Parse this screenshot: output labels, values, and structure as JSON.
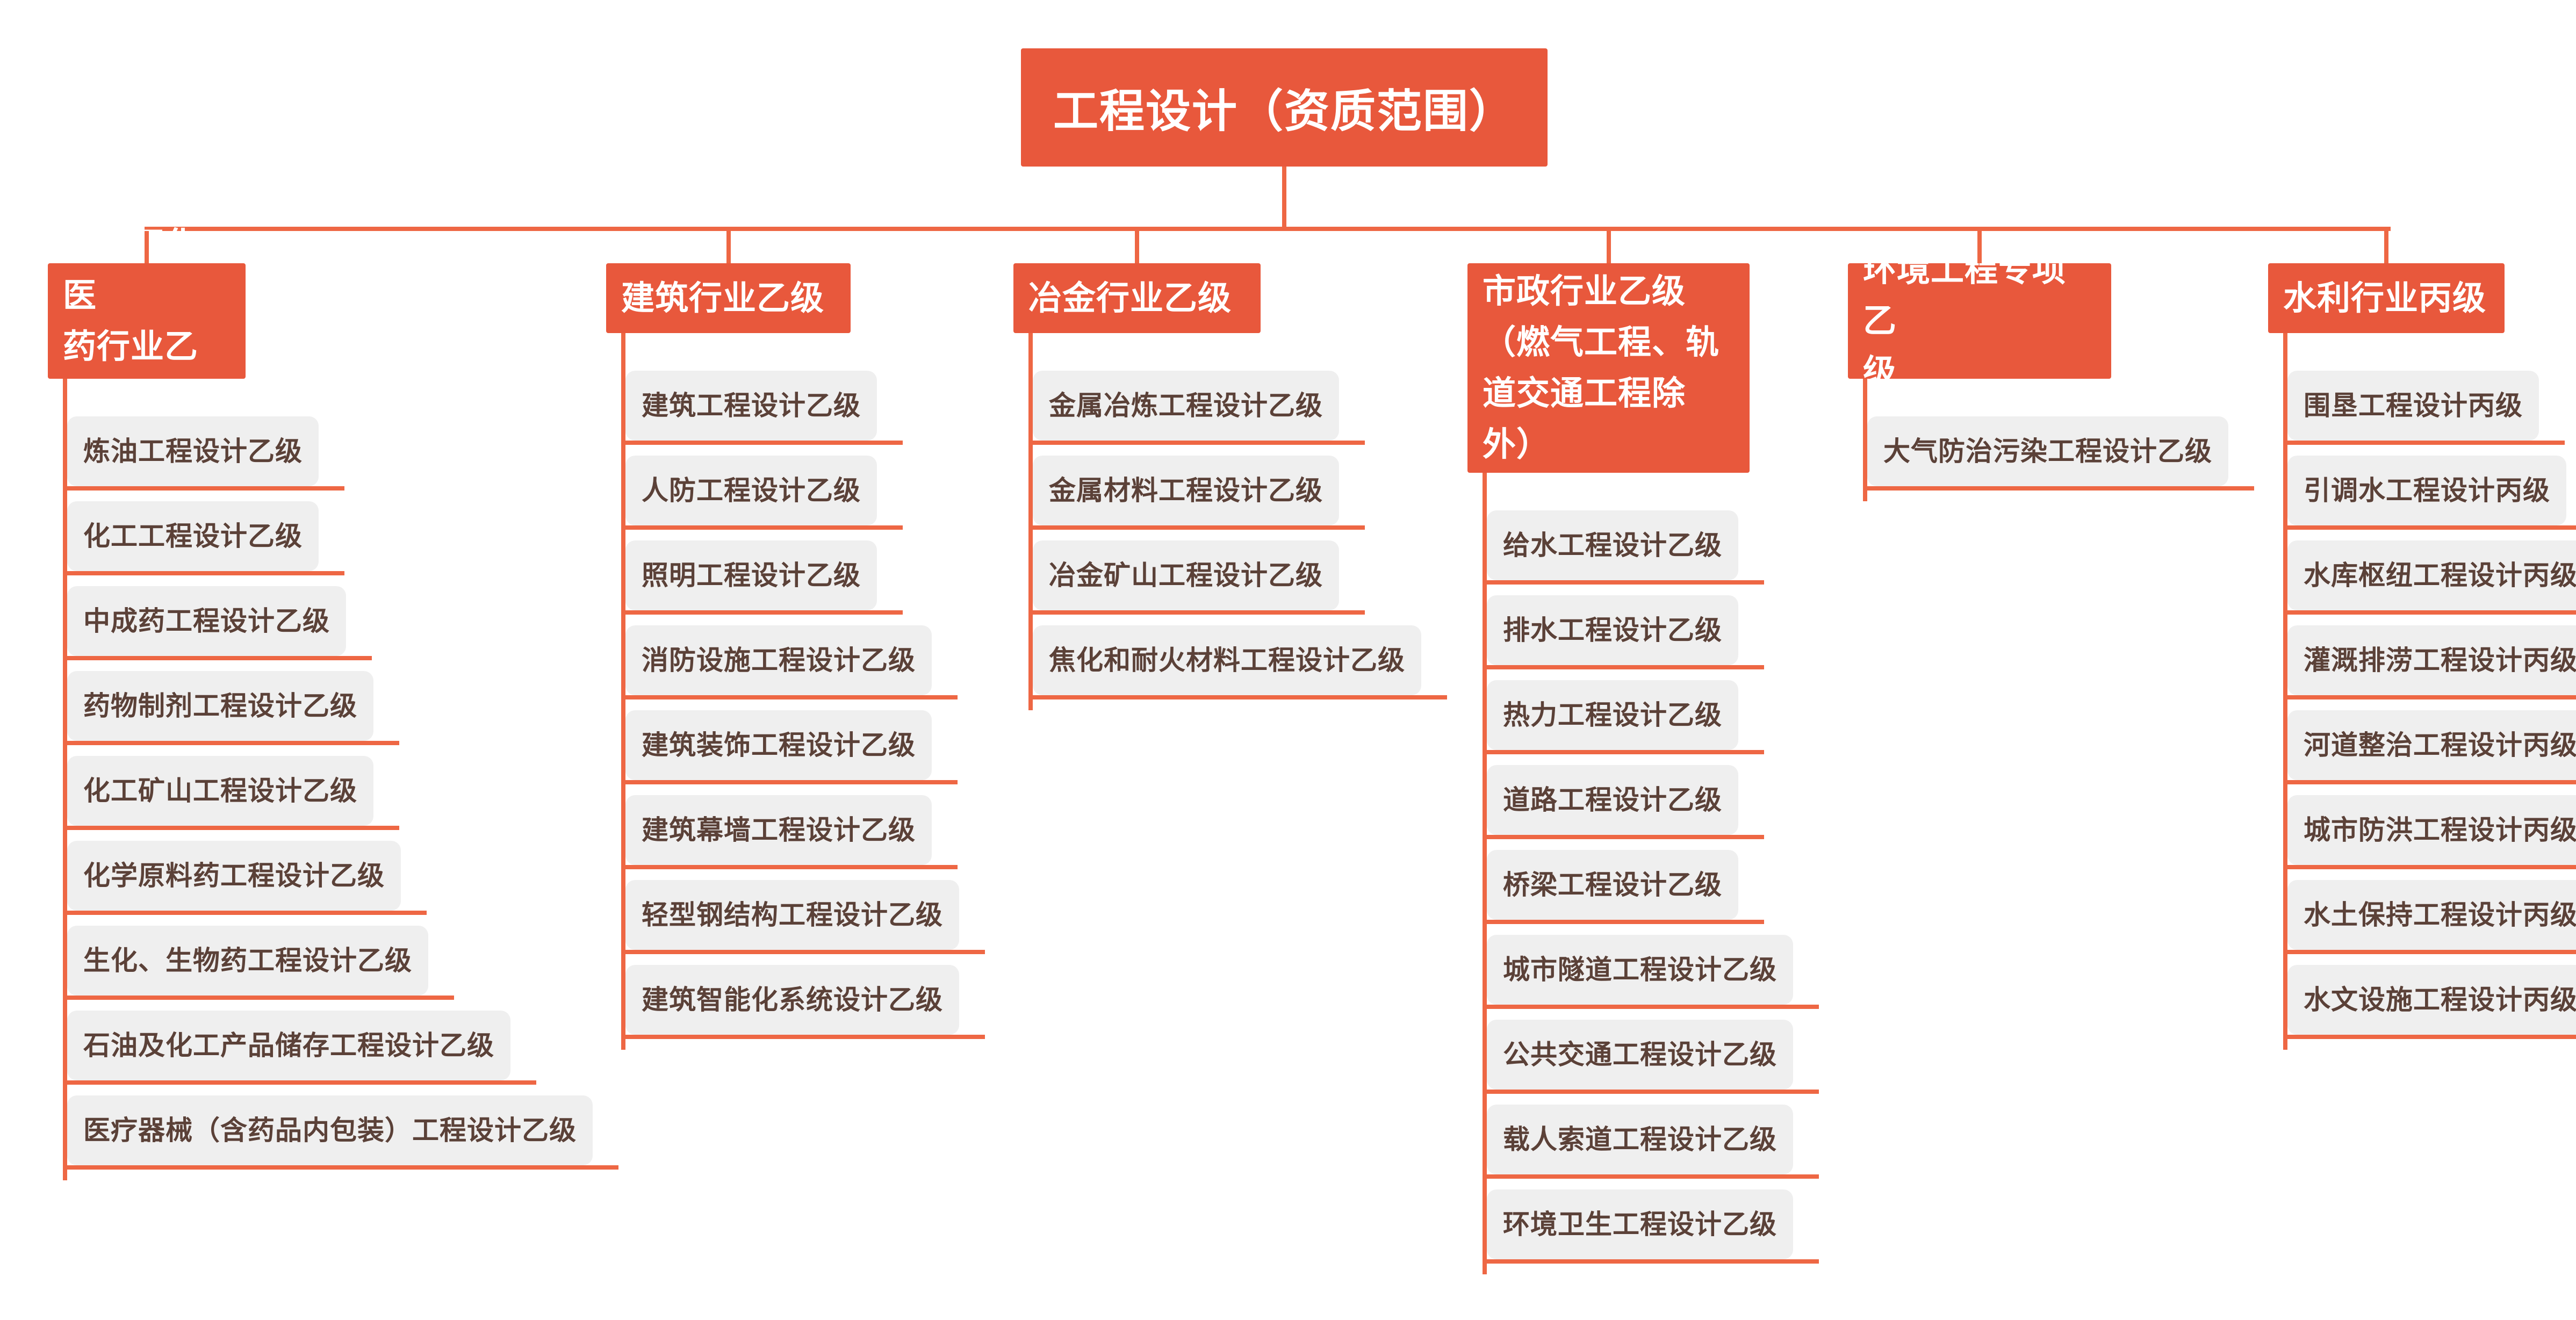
{
  "title": "工程设计（资质范围）",
  "colors": {
    "accent": "#E8583C",
    "line": "#EE6744",
    "item_bg": "#EFEFEF",
    "item_text": "#5B4138"
  },
  "branches": [
    {
      "name": "化工石化医\n药行业乙级",
      "items": [
        "炼油工程设计乙级",
        "化工工程设计乙级",
        "中成药工程设计乙级",
        "药物制剂工程设计乙级",
        "化工矿山工程设计乙级",
        "化学原料药工程设计乙级",
        "生化、生物药工程设计乙级",
        "石油及化工产品储存工程设计乙级",
        "医疗器械（含药品内包装）工程设计乙级"
      ]
    },
    {
      "name": "建筑行业乙级",
      "items": [
        "建筑工程设计乙级",
        "人防工程设计乙级",
        "照明工程设计乙级",
        "消防设施工程设计乙级",
        "建筑装饰工程设计乙级",
        "建筑幕墙工程设计乙级",
        "轻型钢结构工程设计乙级",
        "建筑智能化系统设计乙级"
      ]
    },
    {
      "name": "冶金行业乙级",
      "items": [
        "金属冶炼工程设计乙级",
        "金属材料工程设计乙级",
        "冶金矿山工程设计乙级",
        "焦化和耐火材料工程设计乙级"
      ]
    },
    {
      "name": "市政行业乙级\n（燃气工程、轨\n道交通工程除\n外）",
      "items": [
        "给水工程设计乙级",
        "排水工程设计乙级",
        "热力工程设计乙级",
        "道路工程设计乙级",
        "桥梁工程设计乙级",
        "城市隧道工程设计乙级",
        "公共交通工程设计乙级",
        "载人索道工程设计乙级",
        "环境卫生工程设计乙级"
      ]
    },
    {
      "name": "环境工程专项乙\n级",
      "items": [
        "大气防治污染工程设计乙级"
      ]
    },
    {
      "name": "水利行业丙级",
      "items": [
        "围垦工程设计丙级",
        "引调水工程设计丙级",
        "水库枢纽工程设计丙级",
        "灌溉排涝工程设计丙级",
        "河道整治工程设计丙级",
        "城市防洪工程设计丙级",
        "水土保持工程设计丙级",
        "水文设施工程设计丙级"
      ]
    }
  ]
}
